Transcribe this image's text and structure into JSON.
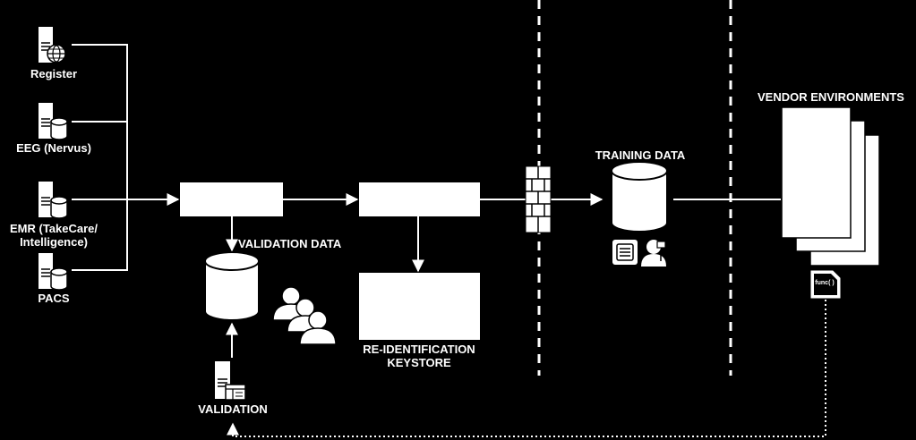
{
  "sources": [
    {
      "label": "Register",
      "icon": "server-globe-icon"
    },
    {
      "label": "EEG (Nervus)",
      "icon": "server-database-icon"
    },
    {
      "label": "EMR (TakeCare/\nIntelligence)",
      "icon": "server-database-icon"
    },
    {
      "label": "PACS",
      "icon": "server-database-icon"
    }
  ],
  "validation_data": {
    "label": "VALIDATION DATA"
  },
  "validation": {
    "label": "VALIDATION"
  },
  "keystore": {
    "label": "RE-IDENTIFICATION\nKEYSTORE"
  },
  "training_data": {
    "label": "TRAINING DATA"
  },
  "vendor": {
    "label": "VENDOR ENVIRONMENTS"
  },
  "func": {
    "label": "func( )"
  },
  "colors": {
    "background": "#000000",
    "foreground": "#ffffff"
  }
}
